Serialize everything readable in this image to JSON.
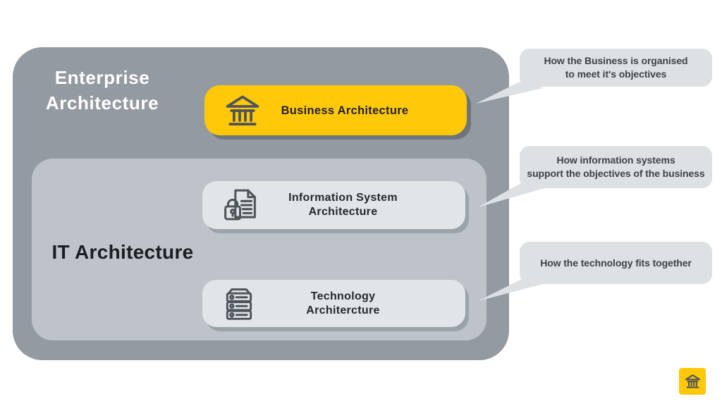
{
  "colors": {
    "outer_bg": "#949aa1",
    "inner_bg": "#bdc3c8",
    "yellow": "#ffc808",
    "box_bg": "#e2e5e7",
    "callout_bg": "#dde1e4",
    "icon_dark": "#4d545a",
    "title_light": "#ffffff",
    "text_dark": "#1b1e21",
    "callout_text": "#3d4247"
  },
  "enterprise": {
    "title_line1": "Enterprise",
    "title_line2": "Architecture"
  },
  "it_architecture": {
    "label": "IT Architecture"
  },
  "boxes": {
    "business": {
      "label": "Business Architecture",
      "icon": "bank-icon"
    },
    "information": {
      "label_line1": "Information System",
      "label_line2": "Architecture",
      "icon": "document-lock-icon"
    },
    "technology": {
      "label_line1": "Technology",
      "label_line2": "Architercture",
      "icon": "server-icon"
    }
  },
  "callouts": [
    {
      "line1": "How the Business is organised",
      "line2": "to meet it's objectives"
    },
    {
      "line1": "How information systems",
      "line2": "support the objectives of the business"
    },
    {
      "line1": "How the technology fits together",
      "line2": ""
    }
  ],
  "footer": {
    "icon": "bank-icon"
  }
}
